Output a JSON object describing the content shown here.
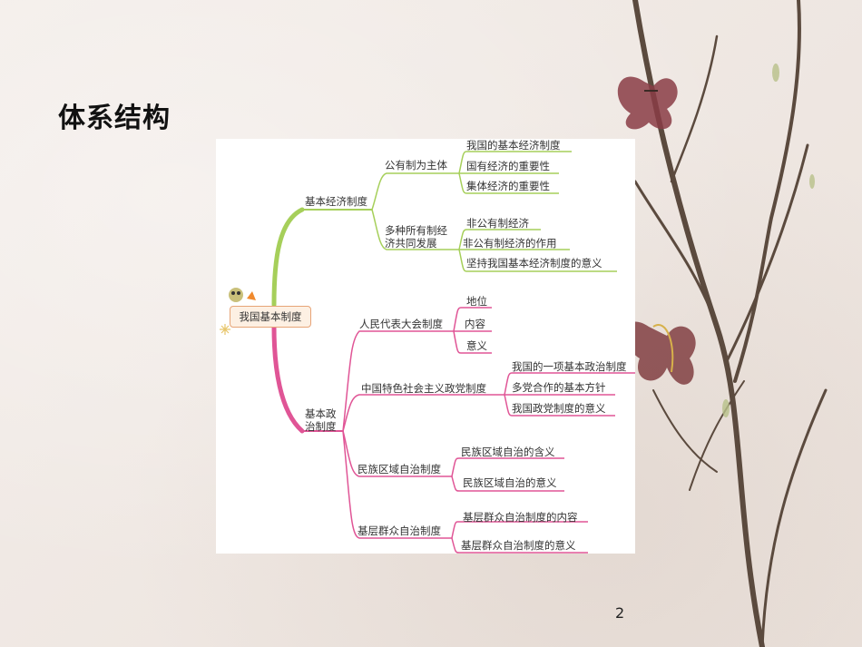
{
  "slide": {
    "title": "体系结构",
    "page_number": "2"
  },
  "mindmap": {
    "root": "我国基本制度",
    "economic": {
      "label": "基本经济制度",
      "public": {
        "label": "公有制为主体",
        "items": [
          "我国的基本经济制度",
          "国有经济的重要性",
          "集体经济的重要性"
        ]
      },
      "multi": {
        "label_line1": "多种所有制经",
        "label_line2": "济共同发展",
        "items": [
          "非公有制经济",
          "非公有制经济的作用",
          "坚持我国基本经济制度的意义"
        ]
      }
    },
    "political": {
      "label_line1": "基本政",
      "label_line2": "治制度",
      "npc": {
        "label": "人民代表大会制度",
        "items": [
          "地位",
          "内容",
          "意义"
        ]
      },
      "party": {
        "label": "中国特色社会主义政党制度",
        "items": [
          "我国的一项基本政治制度",
          "多党合作的基本方针",
          "我国政党制度的意义"
        ]
      },
      "ethnic": {
        "label": "民族区域自治制度",
        "items": [
          "民族区域自治的含义",
          "民族区域自治的意义"
        ]
      },
      "grassroots": {
        "label": "基层群众自治制度",
        "items": [
          "基层群众自治制度的内容",
          "基层群众自治制度的意义"
        ]
      }
    },
    "colors": {
      "economic_branch": "#a6cf5a",
      "political_branch": "#e05596",
      "root_border": "#e7a477"
    }
  }
}
